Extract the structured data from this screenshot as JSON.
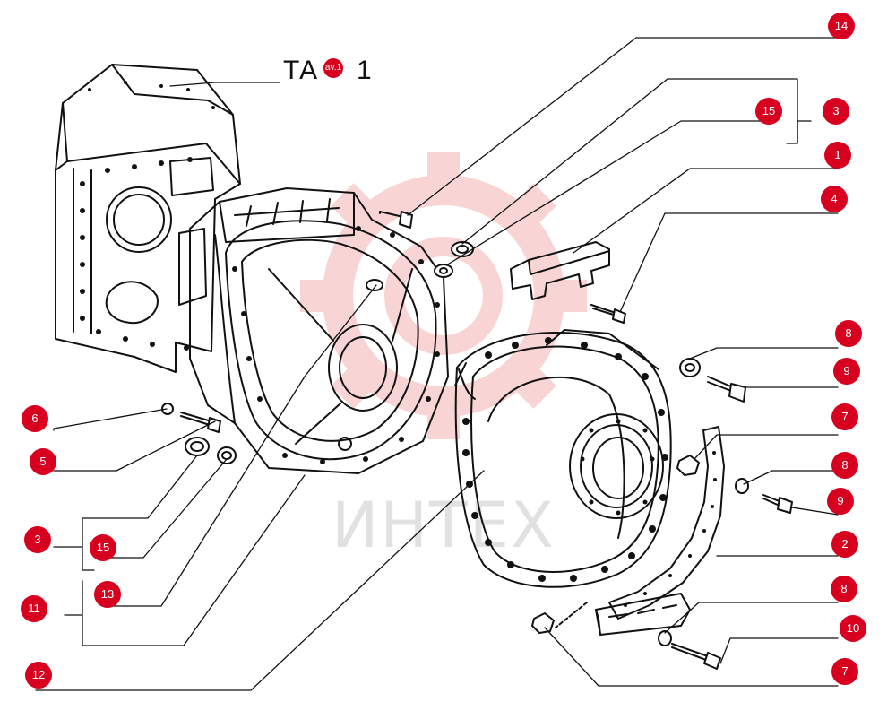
{
  "title": {
    "left": "TA",
    "right": "1",
    "badge": "av.1"
  },
  "watermark": {
    "text": "ИНТЕХ",
    "color": "#bdbdbd",
    "gear_color": "#f3b2b2"
  },
  "callout_color": "#d8001f",
  "callouts": [
    {
      "id": "c-14-top",
      "label": "14"
    },
    {
      "id": "c-15-top",
      "label": "15"
    },
    {
      "id": "c-3-top",
      "label": "3"
    },
    {
      "id": "c-1",
      "label": "1"
    },
    {
      "id": "c-4",
      "label": "4"
    },
    {
      "id": "c-8-a",
      "label": "8"
    },
    {
      "id": "c-9-a",
      "label": "9"
    },
    {
      "id": "c-7-a",
      "label": "7"
    },
    {
      "id": "c-8-b",
      "label": "8"
    },
    {
      "id": "c-9-b",
      "label": "9"
    },
    {
      "id": "c-2",
      "label": "2"
    },
    {
      "id": "c-8-c",
      "label": "8"
    },
    {
      "id": "c-10",
      "label": "10"
    },
    {
      "id": "c-7-b",
      "label": "7"
    },
    {
      "id": "c-6",
      "label": "6"
    },
    {
      "id": "c-5",
      "label": "5"
    },
    {
      "id": "c-3-left",
      "label": "3"
    },
    {
      "id": "c-15-left",
      "label": "15"
    },
    {
      "id": "c-13",
      "label": "13"
    },
    {
      "id": "c-11",
      "label": "11"
    },
    {
      "id": "c-12",
      "label": "12"
    }
  ]
}
